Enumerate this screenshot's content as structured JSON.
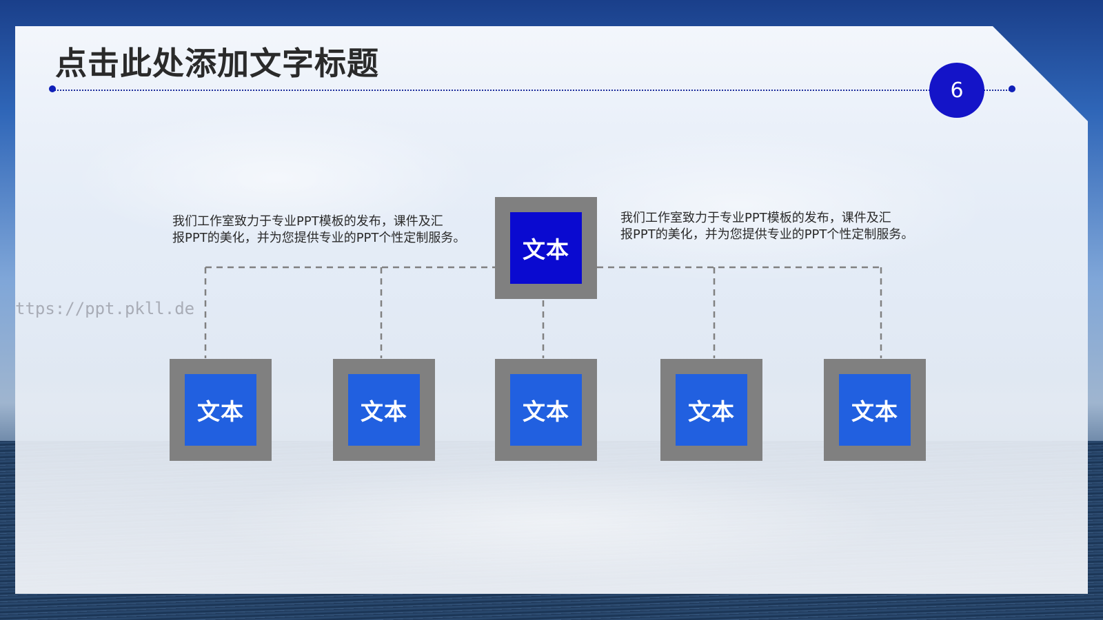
{
  "slide": {
    "title": "点击此处添加文字标题",
    "page_number": "6",
    "watermark": "ttps://ppt.pkll.de"
  },
  "colors": {
    "root_fill": "#0a0ad0",
    "child_fill": "#2160e0",
    "frame": "#808080",
    "badge": "#1414c8",
    "connector": "#808080"
  },
  "diagram": {
    "root": {
      "label": "文本"
    },
    "children": [
      {
        "label": "文本"
      },
      {
        "label": "文本"
      },
      {
        "label": "文本"
      },
      {
        "label": "文本"
      },
      {
        "label": "文本"
      }
    ],
    "descriptions": [
      {
        "text": "我们工作室致力于专业PPT模板的发布，课件及汇\n报PPT的美化，并为您提供专业的PPT个性定制服务。"
      },
      {
        "text": "我们工作室致力于专业PPT模板的发布，课件及汇\n报PPT的美化，并为您提供专业的PPT个性定制服务。"
      }
    ]
  }
}
